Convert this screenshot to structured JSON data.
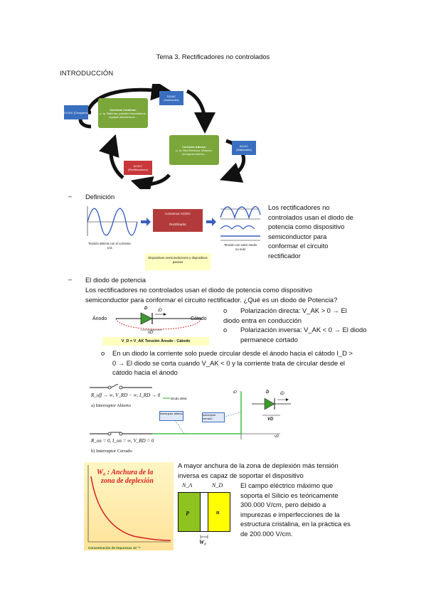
{
  "title": "Tema 3. Rectificadores no controlados",
  "intro_heading": "INTRODUCCIÓN",
  "cycle": {
    "dcdc": "DC/DC (Choppers)",
    "dcac": "DC/AC (Inversores)",
    "acac": "AC/AC (Matriciales)",
    "acdc": "AC/DC (Rectificadores)",
    "dc_title": "Corriente Continua:",
    "dc_text": "p. ej. Baterías, paneles fotovoltaicos, equipos electrónicos...",
    "ac_title": "Corriente Alterna:",
    "ac_text": "p. ej. Red Eléctrica, Motores, Aerogeneradores..."
  },
  "def": {
    "dash": "–",
    "label": "Definición",
    "converter_top": "Conversor AC/DC",
    "converter_bottom": "Rectificador",
    "in_caption": "Tensión alterna con el corriente a la",
    "out_caption": "Tensión con valor medio no nulo",
    "yellow": "Dispositivos semiconductores y dispositivos pasivos",
    "text": [
      "Los rectificadores no",
      "controlados usan el diodo de",
      "potencia como dispositivo",
      "semiconductor para",
      "conformar el circuito",
      "rectificador"
    ]
  },
  "diode": {
    "dash": "–",
    "heading": "El diodo de potencia",
    "p1": "Los rectificadores no controlados usan el diodo de potencia como dispositivo",
    "p2": "semiconductor para conformar el circuito rectificador. ¿Qué es un diodo de Potencia?",
    "anodo": "Ánodo",
    "catodo": "Cátodo",
    "D": "D",
    "iD": "iD",
    "vD": "vD",
    "vak": "V_D = V_AK Tensión Ánodo - Cátodo",
    "marker": "o",
    "b1a": "Polarización directa: V_AK > 0 → El",
    "b1b": "diodo entra en conducción",
    "b2a": "Polarización inversa: V_AK < 0 → El diodo",
    "b2b": "permanece cortado",
    "b3a": "En un diodo la corriente solo puede circular desde el ánodo hacia el cátodo I_D >",
    "b3b": "0 → El diodo se corta cuando V_AK < 0 y la corriente trata de circular desde el",
    "b3c": "cátodo hacia el ánodo"
  },
  "switch": {
    "open_eq": "R_off → ∞, V_RD − ∞, I_RD → 0",
    "open_caption": "a) Interruptor Abierto",
    "closed_eq": "R_on = 0, I_on = ∞, V_RD = 0",
    "closed_caption": "b) Interruptor Cerrado",
    "ideal": "Diodo ideal",
    "int_abierto": "Interruptor abierto",
    "int_cerrado": "Interruptor cerrado",
    "iD": "iD",
    "vD": "vD",
    "D": "D",
    "iD_arrow": "iD",
    "VD": "VD"
  },
  "deplet": {
    "graph_title1": "W₀ : Anchura de la",
    "graph_title2": "zona de deplexión",
    "graph_xlabel": "Concentración de impurezas 10⁻¹⁶",
    "p1": "A mayor anchura de la zona de deplexión más tensión",
    "p2": "inversa es capaz de soportar el dispositivo",
    "NA": "N_A",
    "ND": "N_D",
    "p": "p",
    "n": "n",
    "W0": "W₀",
    "text": [
      "El campo eléctrico máximo que",
      "soporta el Silicio es teóricamente",
      "300.000 V/cm, pero debido a",
      "impurezas e imperfecciones de la",
      "estructura cristalina, en la práctica es",
      "de 200.000 V/cm."
    ]
  },
  "colors": {
    "blue_box": "#3a6fbf",
    "green_box": "#7aa63a",
    "red_box": "#c8373a",
    "converter": "#b33a3a",
    "yellow": "#ffffc2",
    "diode_green": "#3d9a2e",
    "p_green": "#8fc31f",
    "n_yellow": "#ffff00"
  }
}
